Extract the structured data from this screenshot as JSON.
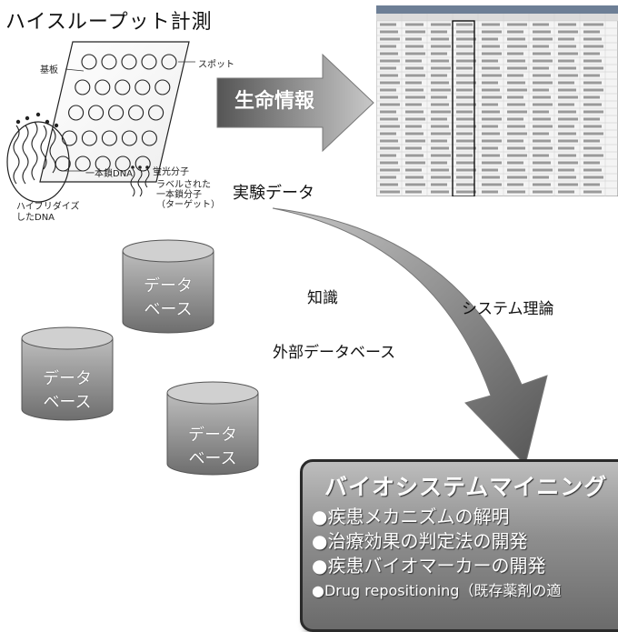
{
  "high_throughput": {
    "title": "ハイスループット計測",
    "substrate_label": "基板",
    "spot_label": "スポット",
    "single_strand_dna_label": "一本鎖DNA",
    "fluorescent_label": "蛍光分子",
    "labeled_target_label": "ラベルされた\n一本鎖分子\n（ターゲット）",
    "hybridized_label": "ハイブリダイズ\nしたDNA"
  },
  "arrow": {
    "label": "生命情報"
  },
  "experiment_data_label": "実験データ",
  "curve_labels": {
    "knowledge": "知識",
    "system_theory": "システム理論",
    "external_db": "外部データベース"
  },
  "databases": [
    {
      "label": "データ\nベース"
    },
    {
      "label": "データ\nベース"
    },
    {
      "label": "データ\nベース"
    }
  ],
  "panel": {
    "title": "バイオシステムマイニング",
    "items": [
      "●疾患メカニズムの解明",
      "●治療効果の判定法の開発",
      "●疾患バイオマーカーの開発",
      "●Drug repositioning（既存薬剤の適"
    ]
  },
  "colors": {
    "arrow_dark": "#555555",
    "arrow_light": "#c8c8c8",
    "cylinder_dark": "#6e6e6e",
    "cylinder_light": "#bdbdbd",
    "panel_dark": "#6b6b6b",
    "panel_light": "#bdbdbd"
  }
}
